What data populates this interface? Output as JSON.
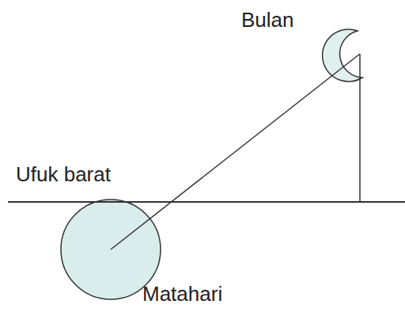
{
  "diagram": {
    "labels": [
      "Bulan",
      "Ufuk barat",
      "Matahari"
    ]
  }
}
